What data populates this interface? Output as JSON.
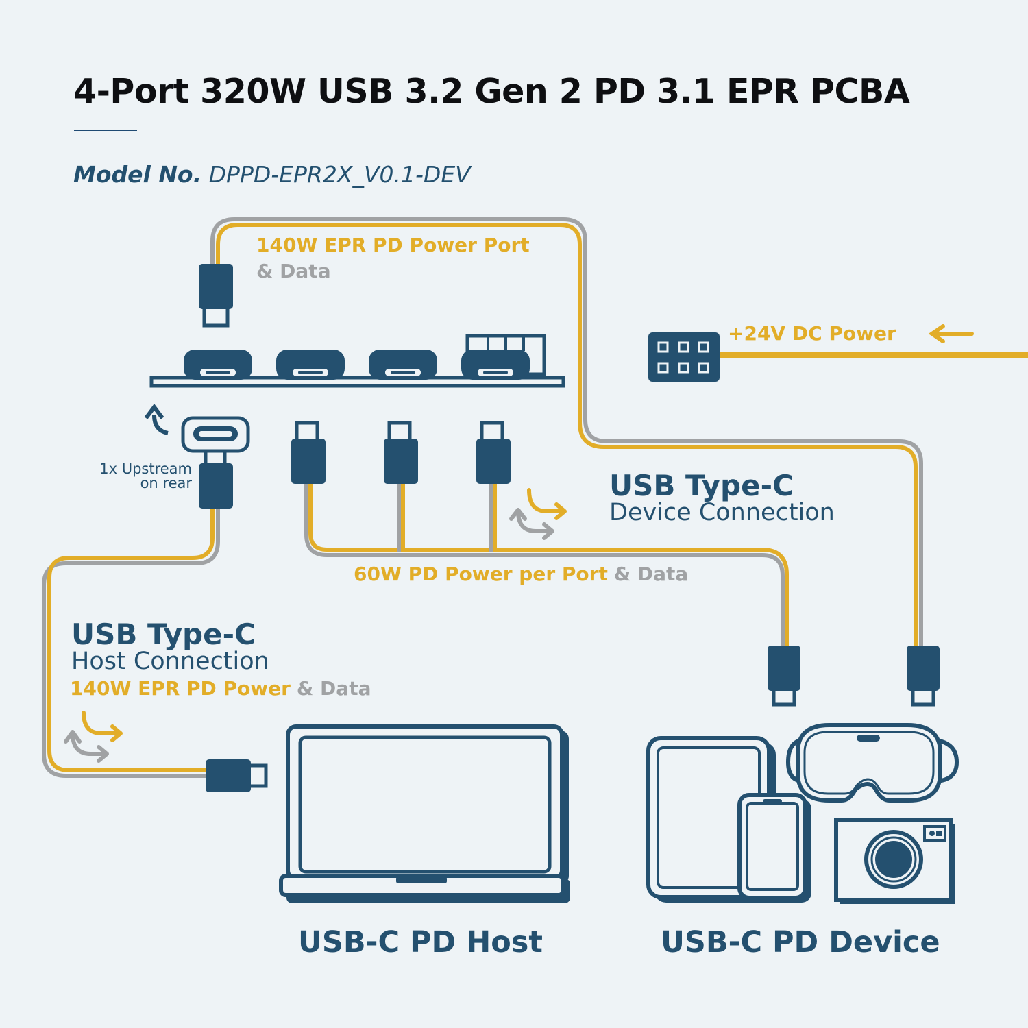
{
  "title": "4-Port 320W USB 3.2 Gen 2 PD 3.1 EPR PCBA",
  "model": {
    "label": "Model No.",
    "value": "DPPD-EPR2X_V0.1-DEV"
  },
  "labels": {
    "top_port_power": "140W EPR PD Power Port",
    "top_port_data": "& Data",
    "dc_power": "+24V DC Power",
    "upstream_line1": "1x Upstream",
    "upstream_line2": "on rear",
    "device_conn_head": "USB Type-C",
    "device_conn_sub": "Device Connection",
    "per_port_power": "60W PD Power per Port",
    "per_port_data": "& Data",
    "host_conn_head": "USB Type-C",
    "host_conn_sub": "Host Connection",
    "host_power": "140W EPR PD Power",
    "host_data": "& Data",
    "host_caption": "USB-C PD Host",
    "device_caption": "USB-C PD Device"
  },
  "colors": {
    "navy": "#24506f",
    "power_yellow": "#e2ad28",
    "data_grey": "#a0a2a4",
    "background": "#eef3f6",
    "title": "#0e0f12"
  },
  "icons": [
    "usb-c-plug-icon",
    "usb-c-receptacle-icon",
    "dc-barrel-connector-icon",
    "laptop-icon",
    "tablet-icon",
    "smartphone-icon",
    "vr-headset-icon",
    "camera-icon",
    "bidirectional-arrows-icon",
    "curved-arrow-icon"
  ]
}
